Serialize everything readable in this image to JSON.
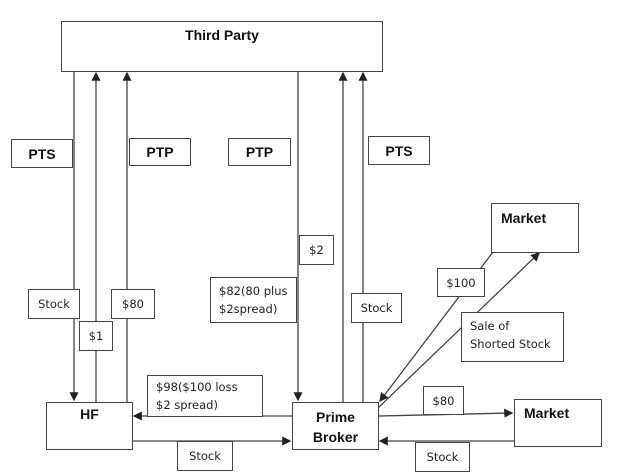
{
  "entities": {
    "third_party": "Third Party",
    "hedge_fund": "HF",
    "prime_broker": "Prime Broker",
    "market_top": "Market",
    "market_right": "Market"
  },
  "tags": {
    "pts_left": "PTS",
    "ptp_left": "PTP",
    "ptp_mid": "PTP",
    "pts_right": "PTS"
  },
  "flow_labels": {
    "stock_hf_from_tp": "Stock",
    "usd1_hf_to_tp": "$1",
    "usd80_hf_to_tp": "$80",
    "usd2_tp_to_pb": "$2",
    "usd82_note": "$82(80 plus $2spread)",
    "stock_pb_to_tp": "Stock",
    "usd98_pb_to_hf": "$98($100 loss $2 spread)",
    "stock_hf_to_pb": "Stock",
    "usd100_market_to_pb": "$100",
    "sale_of_shorted_stock": "Sale of Shorted Stock",
    "usd80_pb_to_market": "$80",
    "stock_market_to_pb": "Stock"
  }
}
